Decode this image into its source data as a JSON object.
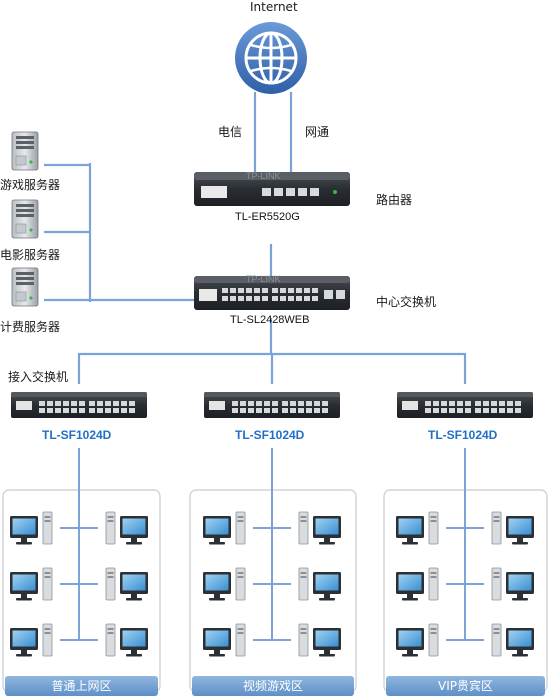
{
  "internet": {
    "label": "Internet"
  },
  "isp_links": [
    {
      "label": "电信"
    },
    {
      "label": "网通"
    }
  ],
  "router": {
    "model": "TL-ER5520G",
    "role": "路由器",
    "brand_mark": "TP-LINK"
  },
  "core_switch": {
    "model": "TL-SL2428WEB",
    "role": "中心交换机",
    "brand_mark": "TP-LINK"
  },
  "servers": [
    {
      "label": "游戏服务器"
    },
    {
      "label": "电影服务器"
    },
    {
      "label": "计费服务器"
    }
  ],
  "access_layer": {
    "label": "接入交换机"
  },
  "access_switches": [
    {
      "model": "TL-SF1024D",
      "zone": "普通上网区",
      "pcs_per_side": 3
    },
    {
      "model": "TL-SF1024D",
      "zone": "视频游戏区",
      "pcs_per_side": 3
    },
    {
      "model": "TL-SF1024D",
      "zone": "VIP贵宾区",
      "pcs_per_side": 3
    }
  ],
  "colors": {
    "link": "#7aa3d8",
    "device_body": "#2f3338",
    "accent_model": "#1f6fc8",
    "zone_label": "#6e9bd0",
    "globe": "#3b6fb5"
  }
}
